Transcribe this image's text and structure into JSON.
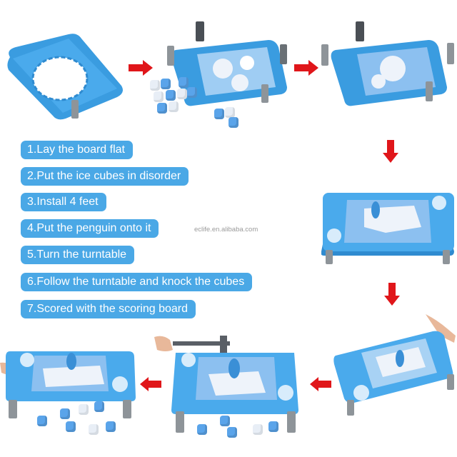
{
  "instructions": {
    "steps": [
      {
        "label": "1.Lay the board flat"
      },
      {
        "label": "2.Put the ice cubes in disorder"
      },
      {
        "label": "3.Install 4 feet"
      },
      {
        "label": "4.Put the penguin onto it"
      },
      {
        "label": "5.Turn the turntable"
      },
      {
        "label": "6.Follow the turntable and knock the cubes"
      },
      {
        "label": "7.Scored with the scoring board"
      }
    ]
  },
  "watermark": "eclife.en.alibaba.com",
  "colors": {
    "label_bg": "#4aa8e6",
    "label_text": "#ffffff",
    "board_blue": "#3a9ce0",
    "board_light": "#5bb3ee",
    "arrow_red": "#e0161a",
    "ice_white": "#eef3fa",
    "ice_blue": "#8cc0f0",
    "feet_gray": "#8e9499"
  },
  "panels": [
    {
      "name": "empty-board",
      "description": "board frame laid flat"
    },
    {
      "name": "board-with-cubes-disorder",
      "description": "ice cubes placed unordered, two feet attached"
    },
    {
      "name": "board-with-4-feet",
      "description": "four feet installed"
    },
    {
      "name": "board-with-penguin",
      "description": "penguin placed on ice"
    },
    {
      "name": "turn-turntable",
      "description": "hand turning turntable"
    },
    {
      "name": "knock-cubes",
      "description": "hammer knocking cubes"
    },
    {
      "name": "scoring",
      "description": "finger on scoring board"
    }
  ]
}
